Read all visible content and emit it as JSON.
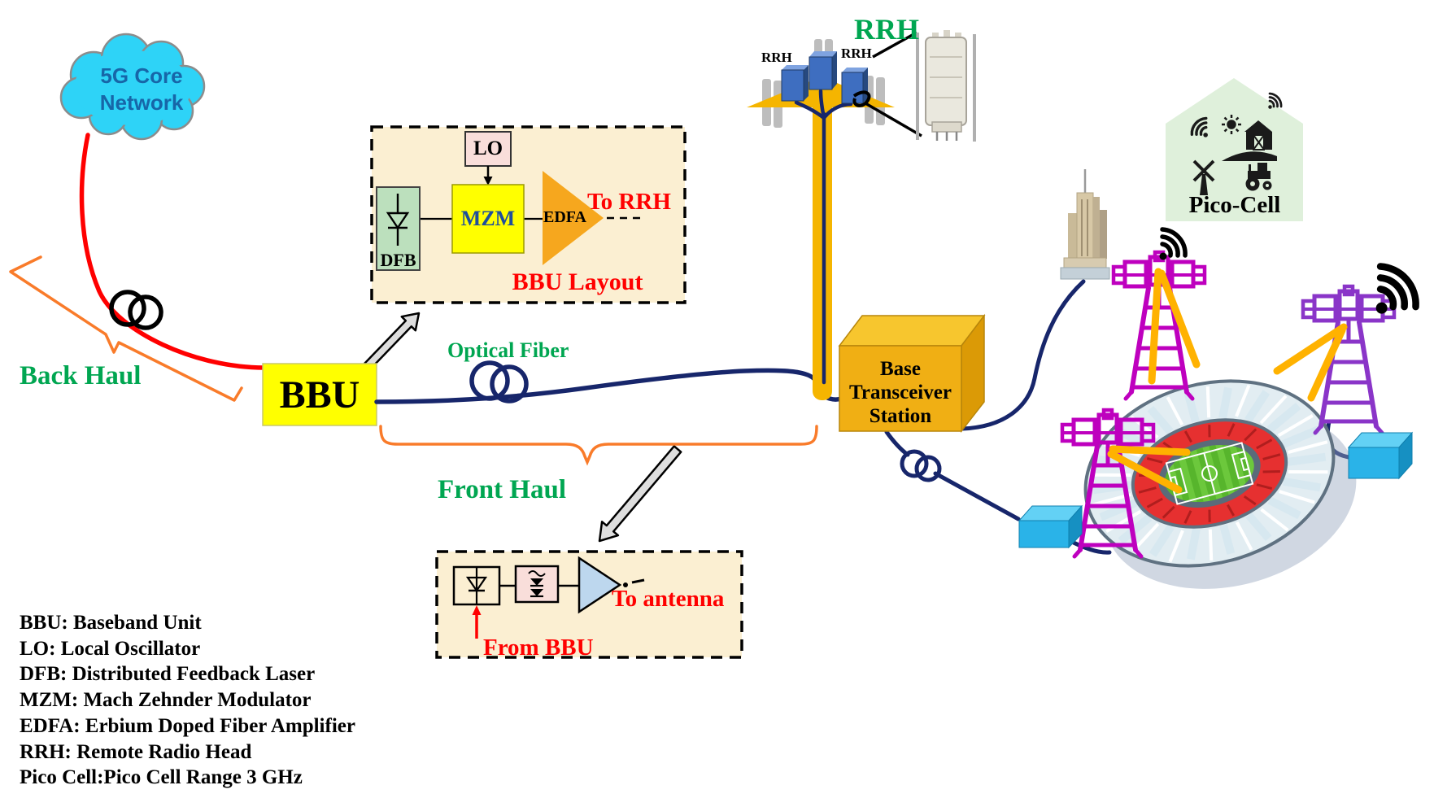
{
  "cloud": {
    "line1": "5G Core",
    "line2": "Network"
  },
  "labels": {
    "back_haul": "Back Haul",
    "front_haul": "Front Haul",
    "optical_fiber": "Optical Fiber",
    "bbu": "BBU",
    "lo": "LO",
    "dfb": "DFB",
    "mzm": "MZM",
    "edfa": "EDFA",
    "to_rrh": "To RRH",
    "bbu_layout": "BBU Layout",
    "rrh_title": "RRH",
    "rrh_left": "RRH",
    "rrh_right": "RRH",
    "bts1": "Base",
    "bts2": "Transceiver",
    "bts3": "Station",
    "pico": "Pico-Cell",
    "to_antenna": "To antenna",
    "from_bbu": "From BBU"
  },
  "legend": {
    "items": [
      "BBU: Baseband Unit",
      "LO: Local Oscillator",
      "DFB: Distributed Feedback Laser",
      "MZM: Mach Zehnder Modulator",
      "EDFA: Erbium Doped Fiber Amplifier",
      "RRH: Remote Radio Head",
      "Pico Cell:Pico Cell Range 3 GHz"
    ]
  },
  "icons": [
    "cloud-icon",
    "fiber-coil-icon",
    "amplifier-triangle-icon",
    "rrh-mast-icon",
    "rrh-photo-icon",
    "bts-cube-icon",
    "skyscraper-icon",
    "stadium-icon",
    "antenna-tower-icon",
    "wifi-icon",
    "blue-cube-icon",
    "pico-cell-badge-icon",
    "arrow-icon"
  ],
  "colors": {
    "accent_green": "#00A651",
    "red": "#FF0000",
    "navy_fiber": "#17266B",
    "orange_bracket": "#F97B2A",
    "magenta_tower": "#BE00BE",
    "violet_tower": "#8A35C8",
    "beam_orange": "#FFB200",
    "bts_gold": "#F0AF14",
    "bbu_yellow": "#FFFF00",
    "cloud_cyan": "#2ED3F7",
    "panel_cream": "#FBEFD2"
  }
}
